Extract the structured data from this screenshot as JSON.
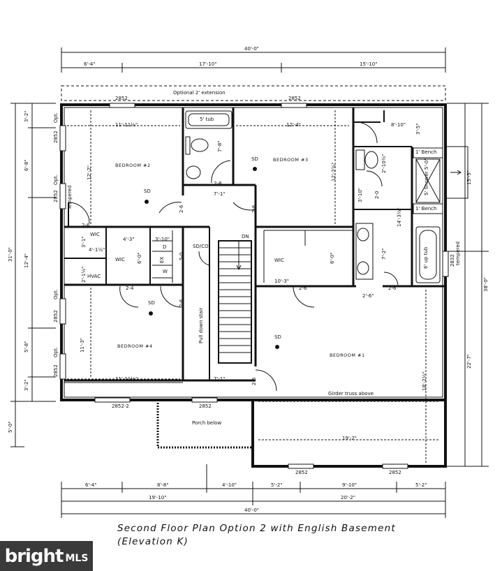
{
  "dims_top": {
    "overall": "40'-0\"",
    "left": "6'-4\"",
    "middle": "17'-10\"",
    "right": "15'-10\""
  },
  "optional_extension": "Optional 2' extension",
  "windows": {
    "top_left": "2852",
    "top_right": "2852",
    "left_1": "2852",
    "left_2": "2852",
    "left_3": "2852",
    "left_4": "2852",
    "bottom_left": "2852-2",
    "bottom_mid": "2852",
    "bottom_r1": "2852",
    "bottom_r2": "2852",
    "right": "2832"
  },
  "left_opt": [
    "Opt.",
    "Opt.",
    "Opt.",
    "Opt."
  ],
  "left_dims": [
    "3'-2\"",
    "6'-8\"",
    "12'-4\"",
    "5'-8\"",
    "3'-2\"",
    "5'-0\""
  ],
  "left_overall": "31'-0\"",
  "right_dims": {
    "overall": "38'-0\"",
    "upper": "15'-5\"",
    "lower": "22'-7\""
  },
  "rooms": {
    "bedroom2": "BEDROOM #2",
    "bedroom3": "BEDROOM #3",
    "bedroom4": "BEDROOM #4",
    "bedroom1": "BEDROOM #1",
    "wic": "WIC",
    "wic2": "WIC",
    "wic3": "WIC",
    "hvac": "HVAC",
    "sd_co": "SD/CO",
    "dn": "DN",
    "tub": "5' tub",
    "up_tub": "6' up tub",
    "bench1": "1' Bench",
    "bench2": "1' Bench",
    "shower": "5' Shower 5'-0\"",
    "stair": "Pull down stair",
    "girder": "Girder truss above",
    "porch": "Porch below",
    "tempered1": "Tempered",
    "tempered2": "tempered",
    "d": "D",
    "w": "W",
    "ex": "EX"
  },
  "sd_labels": [
    "SD",
    "SD",
    "SD",
    "SD"
  ],
  "room_dims": {
    "b2_width": "11'-11½\"",
    "b2_depth": "12'-2\"",
    "bath_depth": "7'-8\"",
    "bath_width": "7'-1\"",
    "b3_width": "12'-4\"",
    "b3_depth": "12'-2½\"",
    "closet_top": "8'-10\"",
    "closet_vert": "3'-5\"",
    "bath2_vert": "2'-10½\"",
    "bath2_vert2": "3'-10\"",
    "bath2_vert3": "2-0",
    "wic_l": "4'-3\"",
    "wic_w": "3'-10\"",
    "wic_d": "6'-0\"",
    "wic_a": "3'-1\"",
    "wic_b": "4'-1½\"",
    "hvac_d": "2'-1½\"",
    "door_50": "5-0",
    "door_26a": "2-6",
    "door_26b": "2-6",
    "door_26c": "2-6",
    "door_26d": "2-6",
    "door_26e": "2-6",
    "door_26f": "2-6",
    "door_26g": "2-6",
    "door_24": "2-4",
    "door_28": "2-8",
    "door_26h": "2-6",
    "door_26i": "2-6",
    "wic3_w": "10'-3\"",
    "wic3_d": "6'-0\"",
    "mb_vert": "14'-3½\"",
    "mb_vert2": "7'-2\"",
    "mb_sink": "2'-6\"",
    "b4_depth": "11'-3\"",
    "b4_width": "11'-11½\"",
    "hall_w": "7'-1\"",
    "b1_depth": "18'-2½\"",
    "b1_width": "19'-2\""
  },
  "dims_bottom": {
    "row1": [
      "6'-4\"",
      "8'-8\"",
      "4'-10\"",
      "5'-2\"",
      "9'-10\"",
      "5'-2\""
    ],
    "row2": [
      "19'-10\"",
      "20'-2\""
    ],
    "overall": "40'-0\""
  },
  "caption": {
    "line1": "Second Floor Plan Option 2 with English Basement",
    "line2": "(Elevation K)"
  },
  "watermark": {
    "brand": "bright",
    "suffix": "MLS"
  }
}
